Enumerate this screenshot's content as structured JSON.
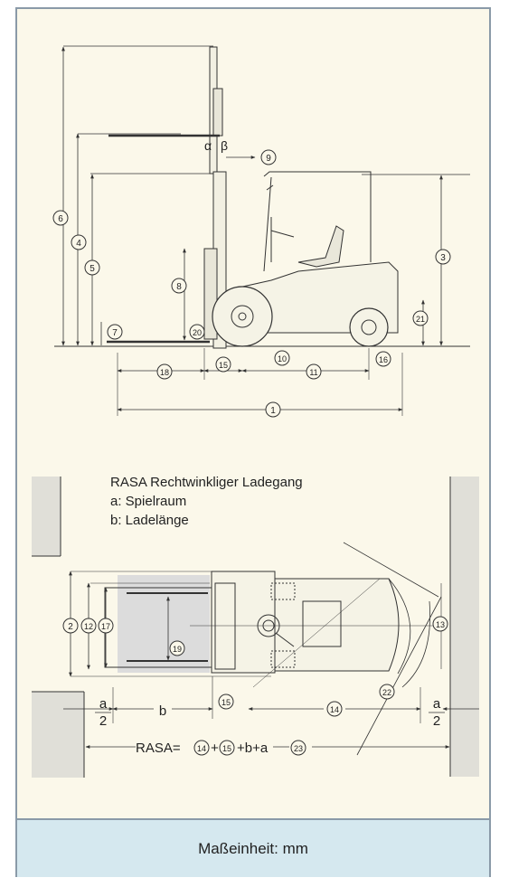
{
  "legend": {
    "title": "RASA Rechtwinkliger Ladegang",
    "a": "a: Spielraum",
    "b": "b: Ladelänge"
  },
  "side_view": {
    "angles": {
      "alpha": "α",
      "beta": "β"
    },
    "callouts": [
      "1",
      "3",
      "4",
      "5",
      "6",
      "7",
      "8",
      "9",
      "10",
      "11",
      "15",
      "16",
      "18",
      "20",
      "21"
    ]
  },
  "top_view": {
    "callouts": [
      "2",
      "12",
      "17",
      "19",
      "13",
      "14",
      "15",
      "22",
      "23"
    ],
    "a_label": "a",
    "half": "2",
    "b_label": "b",
    "formula": {
      "prefix": "RASA=",
      "n14": "14",
      "plus1": "+",
      "n15": "15",
      "rest": "+b+a",
      "n23": "23"
    }
  },
  "footer": {
    "unit": "Maßeinheit: mm"
  }
}
